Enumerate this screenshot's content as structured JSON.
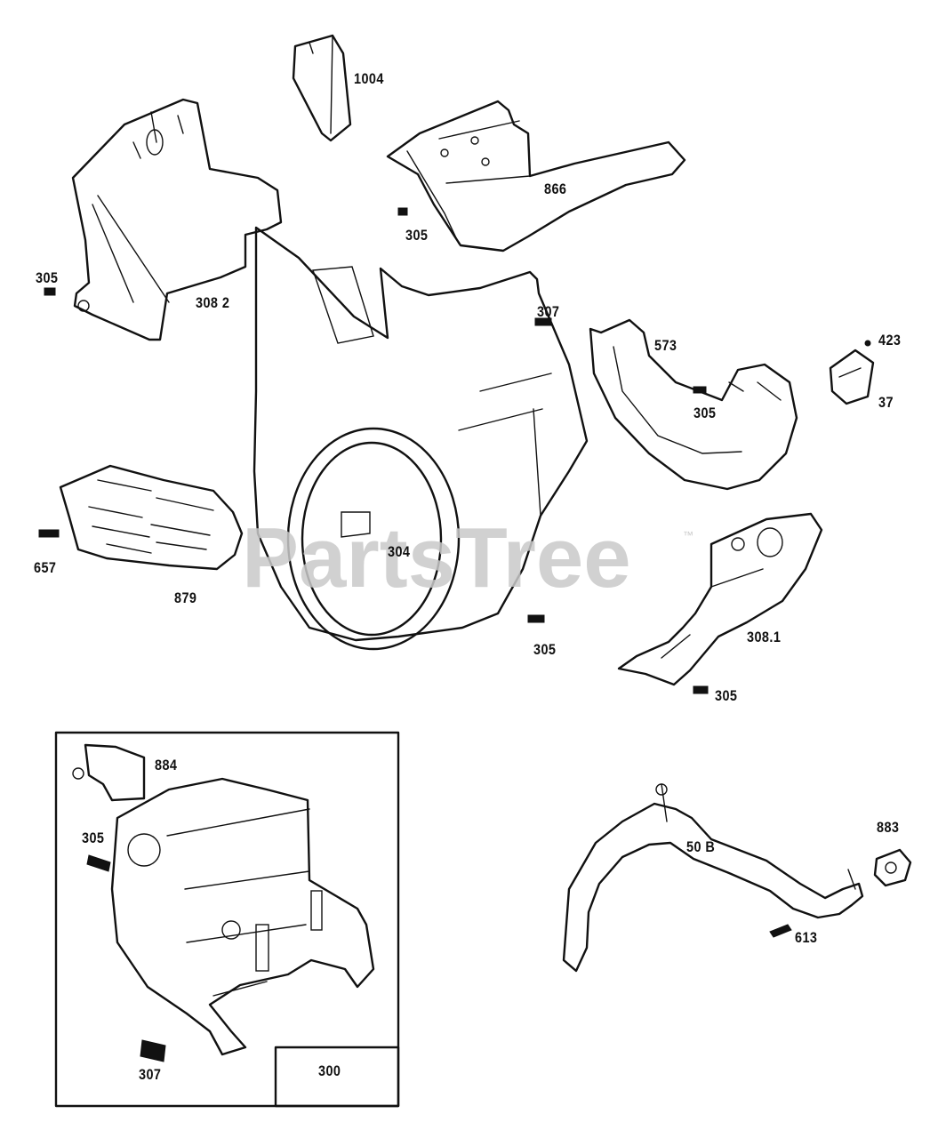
{
  "watermark": {
    "text": "PartsTree",
    "trademark": "™"
  },
  "parts": [
    {
      "id": "1004",
      "label": "1004"
    },
    {
      "id": "866",
      "label": "866"
    },
    {
      "id": "305-a",
      "label": "305"
    },
    {
      "id": "305-b",
      "label": "305"
    },
    {
      "id": "308-2",
      "label": "308 2"
    },
    {
      "id": "307-a",
      "label": "307"
    },
    {
      "id": "573",
      "label": "573"
    },
    {
      "id": "423",
      "label": "423"
    },
    {
      "id": "37",
      "label": "37"
    },
    {
      "id": "305-c",
      "label": "305"
    },
    {
      "id": "304",
      "label": "304"
    },
    {
      "id": "657",
      "label": "657"
    },
    {
      "id": "879",
      "label": "879"
    },
    {
      "id": "305-d",
      "label": "305"
    },
    {
      "id": "308-1",
      "label": "308.1"
    },
    {
      "id": "305-e",
      "label": "305"
    },
    {
      "id": "884",
      "label": "884"
    },
    {
      "id": "305-f",
      "label": "305"
    },
    {
      "id": "307-b",
      "label": "307"
    },
    {
      "id": "300",
      "label": "300"
    },
    {
      "id": "50b",
      "label": "50 B"
    },
    {
      "id": "883",
      "label": "883"
    },
    {
      "id": "613",
      "label": "613"
    }
  ]
}
